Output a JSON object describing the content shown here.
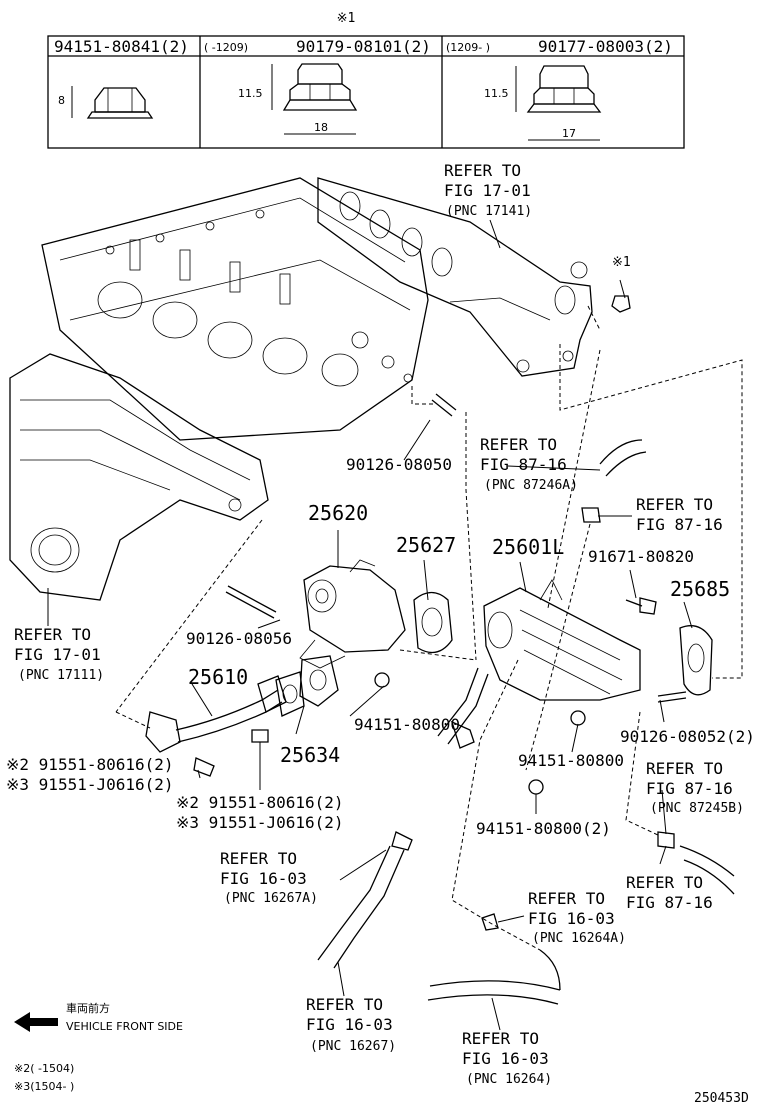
{
  "header": {
    "note_mark": "※1",
    "cells": [
      {
        "range": "",
        "part": "94151-80841(2)",
        "dim": "8"
      },
      {
        "range": "(   -1209)",
        "part": "90179-08101(2)",
        "dim": "11.5",
        "width": "18"
      },
      {
        "range": "(1209-    )",
        "part": "90177-08003(2)",
        "dim": "11.5",
        "width": "17"
      }
    ]
  },
  "labels": {
    "refer_17141": [
      "REFER TO",
      "FIG 17-01",
      "(PNC 17141)"
    ],
    "mark1": "※1",
    "p90126_08050": "90126-08050",
    "refer_87246a": [
      "REFER TO",
      "FIG 87-16",
      "(PNC 87246A)"
    ],
    "refer_87_16a": [
      "REFER TO",
      "FIG 87-16"
    ],
    "p25620": "25620",
    "p25627": "25627",
    "p25601l": "25601L",
    "p91671": "91671-80820",
    "p25685": "25685",
    "refer_17111": [
      "REFER TO",
      "FIG 17-01",
      "(PNC 17111)"
    ],
    "p90126_08056": "90126-08056",
    "p25610": "25610",
    "p94151_a": "94151-80800",
    "p90126_08052": "90126-08052(2)",
    "p25634": "25634",
    "p94151_b": "94151-80800",
    "refer_87245b": [
      "REFER TO",
      "FIG 87-16",
      "(PNC 87245B)"
    ],
    "bolt_left": [
      "※2 91551-80616(2)",
      "※3 91551-J0616(2)"
    ],
    "bolt_mid": [
      "※2 91551-80616(2)",
      "※3 91551-J0616(2)"
    ],
    "p94151_c": "94151-80800(2)",
    "refer_16267a": [
      "REFER TO",
      "FIG 16-03",
      "(PNC 16267A)"
    ],
    "refer_87_16b": [
      "REFER TO",
      "FIG 87-16"
    ],
    "refer_16264a": [
      "REFER TO",
      "FIG 16-03",
      "(PNC 16264A)"
    ],
    "refer_16267": [
      "REFER TO",
      "FIG 16-03",
      "(PNC 16267)"
    ],
    "refer_16264": [
      "REFER TO",
      "FIG 16-03",
      "(PNC 16264)"
    ],
    "front_jp": "車両前方",
    "front_en": "VEHICLE FRONT SIDE",
    "note2": "※2(    -1504)",
    "note3": "※3(1504-    )",
    "diagram_id": "250453D"
  }
}
